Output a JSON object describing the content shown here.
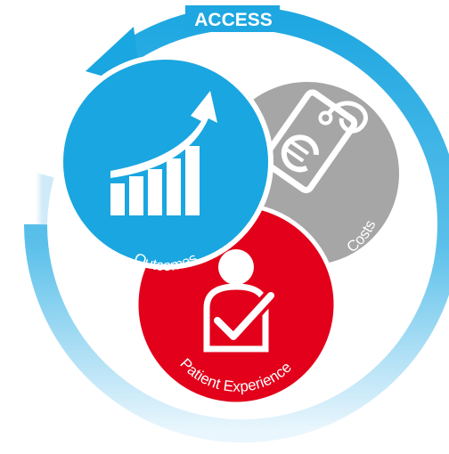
{
  "diagram": {
    "arrow_label": "ACCESS",
    "circles": {
      "outcomes": {
        "label": "Outcomes",
        "icon": "growth-chart-icon",
        "color": "#1aa6e0"
      },
      "costs": {
        "label": "Costs",
        "icon": "euro-price-tag-icon",
        "color": "#a6a6a6"
      },
      "patient_experience": {
        "label": "Patient Experience",
        "icon": "patient-check-icon",
        "color": "#e2001a"
      }
    },
    "arrow_color": "#29abe2"
  }
}
